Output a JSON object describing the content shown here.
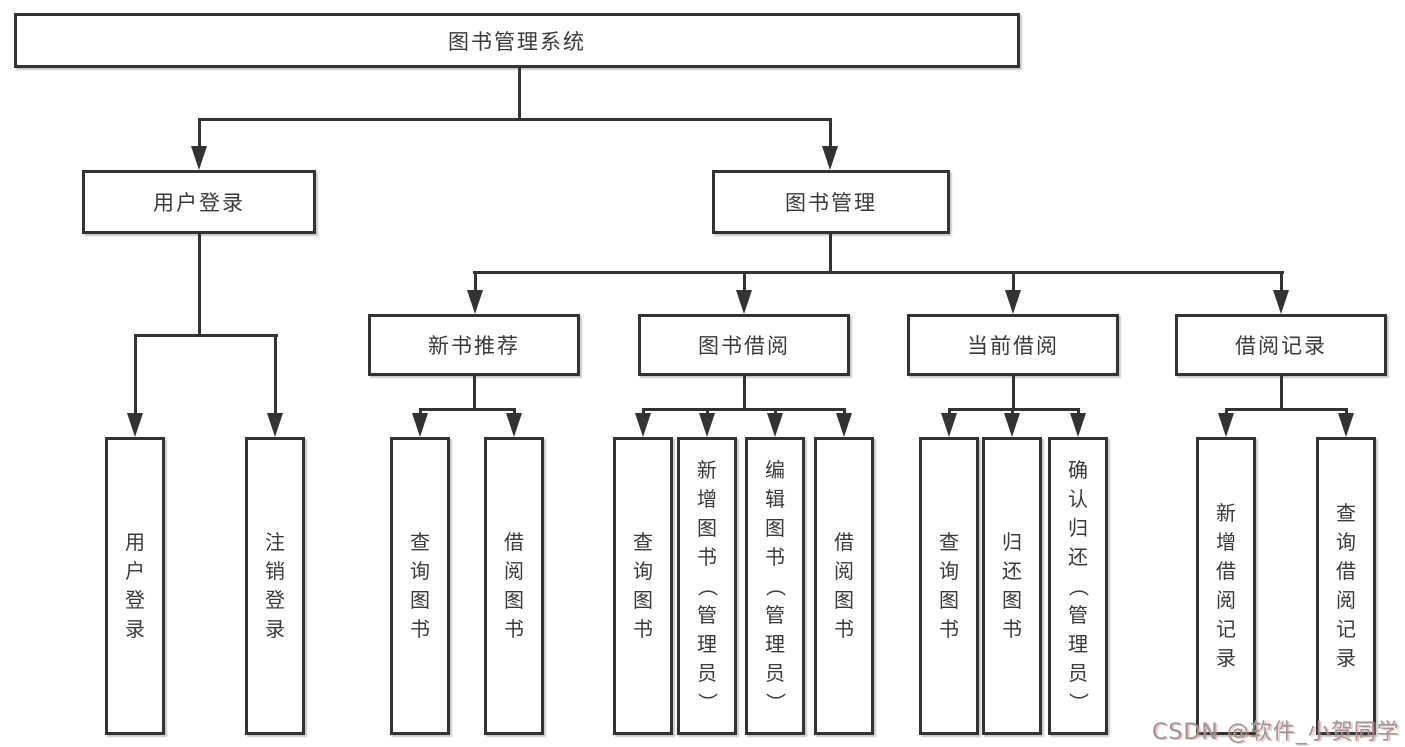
{
  "diagram_type": "hierarchy-diagram",
  "colors": {
    "line": "#333333",
    "box_background": "#ffffff",
    "text": "#3a3a3a",
    "watermark_gray": "#979797",
    "watermark_red_shadow": "#e28282"
  },
  "tree": {
    "root": "图书管理系统",
    "children": [
      {
        "label": "用户登录",
        "leaves": [
          "用户登录",
          "注销登录"
        ]
      },
      {
        "label": "图书管理",
        "groups": [
          {
            "label": "新书推荐",
            "leaves": [
              "查询图书",
              "借阅图书"
            ]
          },
          {
            "label": "图书借阅",
            "leaves": [
              "查询图书",
              "新增图书（管理员）",
              "编辑图书（管理员）",
              "借阅图书"
            ]
          },
          {
            "label": "当前借阅",
            "leaves": [
              "查询图书",
              "归还图书",
              "确认归还（管理员）"
            ]
          },
          {
            "label": "借阅记录",
            "leaves": [
              "新增借阅记录",
              "查询借阅记录"
            ]
          }
        ]
      }
    ]
  },
  "watermark": {
    "text": "CSDN @软件_小贺同学"
  }
}
